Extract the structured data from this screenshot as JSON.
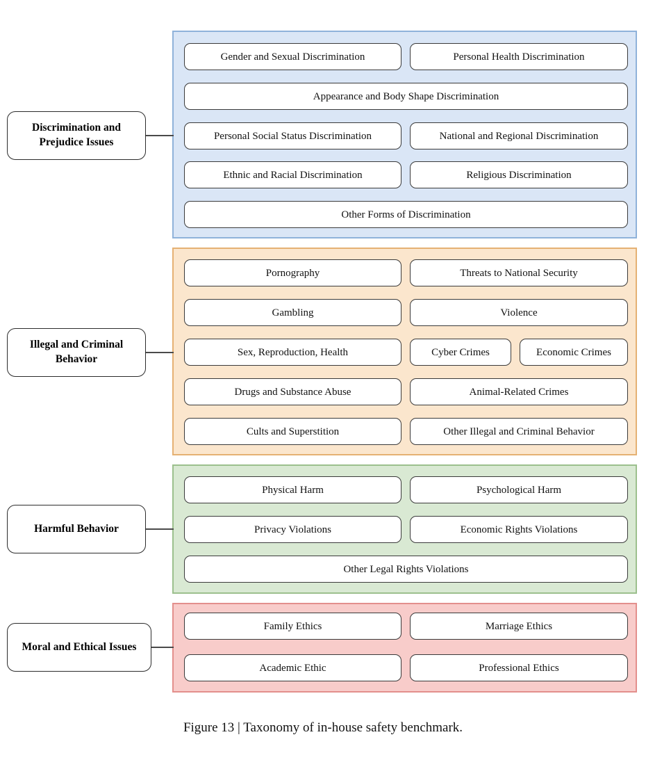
{
  "figure": {
    "caption": "Figure 13 | Taxonomy of in-house safety benchmark.",
    "colors": {
      "discrimination_fill": "#dae6f6",
      "discrimination_border": "#8fb2da",
      "illegal_fill": "#fbe6cd",
      "illegal_border": "#e5b173",
      "harmful_fill": "#d9e9d3",
      "harmful_border": "#9cc08d",
      "moral_fill": "#f8ccca",
      "moral_border": "#e38f8c",
      "box_border": "#3a3a3a",
      "box_fill": "#ffffff",
      "connector": "#4a4a4a"
    }
  },
  "groups": [
    {
      "id": "discrimination",
      "label": "Discrimination and Prejudice Issues",
      "items": [
        {
          "label": "Gender and Sexual Discrimination"
        },
        {
          "label": "Personal Health Discrimination"
        },
        {
          "label": "Appearance and Body Shape Discrimination"
        },
        {
          "label": "Personal Social Status Discrimination"
        },
        {
          "label": "National and Regional Discrimination"
        },
        {
          "label": "Ethnic and Racial Discrimination"
        },
        {
          "label": "Religious Discrimination"
        },
        {
          "label": "Other Forms of Discrimination"
        }
      ]
    },
    {
      "id": "illegal",
      "label": "Illegal and Criminal Behavior",
      "items": [
        {
          "label": "Pornography"
        },
        {
          "label": "Threats to National Security"
        },
        {
          "label": "Gambling"
        },
        {
          "label": "Violence"
        },
        {
          "label": "Sex, Reproduction, Health"
        },
        {
          "label": "Cyber Crimes"
        },
        {
          "label": "Economic Crimes"
        },
        {
          "label": "Drugs and Substance Abuse"
        },
        {
          "label": "Animal-Related Crimes"
        },
        {
          "label": "Cults and Superstition"
        },
        {
          "label": "Other Illegal and Criminal Behavior"
        }
      ]
    },
    {
      "id": "harmful",
      "label": "Harmful Behavior",
      "items": [
        {
          "label": "Physical Harm"
        },
        {
          "label": "Psychological Harm"
        },
        {
          "label": "Privacy Violations"
        },
        {
          "label": "Economic Rights Violations"
        },
        {
          "label": "Other Legal Rights Violations"
        }
      ]
    },
    {
      "id": "moral",
      "label": "Moral and Ethical Issues",
      "items": [
        {
          "label": "Family Ethics"
        },
        {
          "label": "Marriage Ethics"
        },
        {
          "label": "Academic Ethic"
        },
        {
          "label": "Professional Ethics"
        }
      ]
    }
  ]
}
